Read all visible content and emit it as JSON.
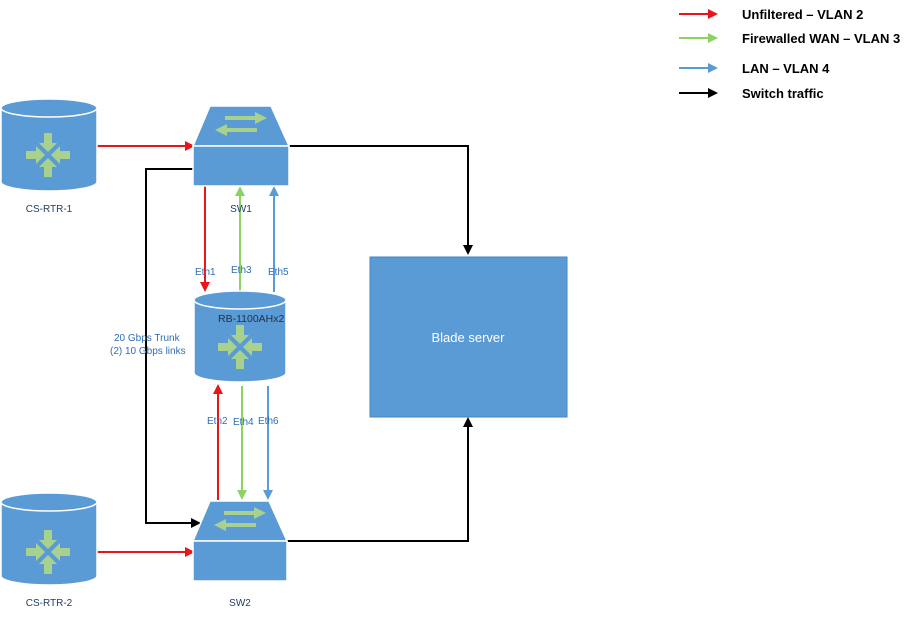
{
  "legend": [
    {
      "label": "Unfiltered – VLAN 2",
      "color": "#e8161b"
    },
    {
      "label": "Firewalled WAN – VLAN 3",
      "color": "#8dd35f"
    },
    {
      "label": "LAN – VLAN 4",
      "color": "#5b9bd5"
    },
    {
      "label": "Switch traffic",
      "color": "#000000"
    }
  ],
  "nodes": {
    "cs_rtr_1": "CS-RTR-1",
    "cs_rtr_2": "CS-RTR-2",
    "sw1": "SW1",
    "sw2": "SW2",
    "router": "RB-1100AHx2",
    "blade": "Blade server"
  },
  "ports": {
    "eth1": "Eth1",
    "eth2": "Eth2",
    "eth3": "Eth3",
    "eth4": "Eth4",
    "eth5": "Eth5",
    "eth6": "Eth6"
  },
  "trunk": {
    "line1": "20 Gbps Trunk",
    "line2": "(2) 10 Gbps links"
  },
  "colors": {
    "device_fill": "#5b9bd5",
    "device_stroke": "#ffffff",
    "device_icon": "#a9d18e",
    "vlan2": "#e8161b",
    "vlan3": "#8dd35f",
    "vlan4": "#5b9bd5",
    "switch_traffic": "#000000"
  }
}
